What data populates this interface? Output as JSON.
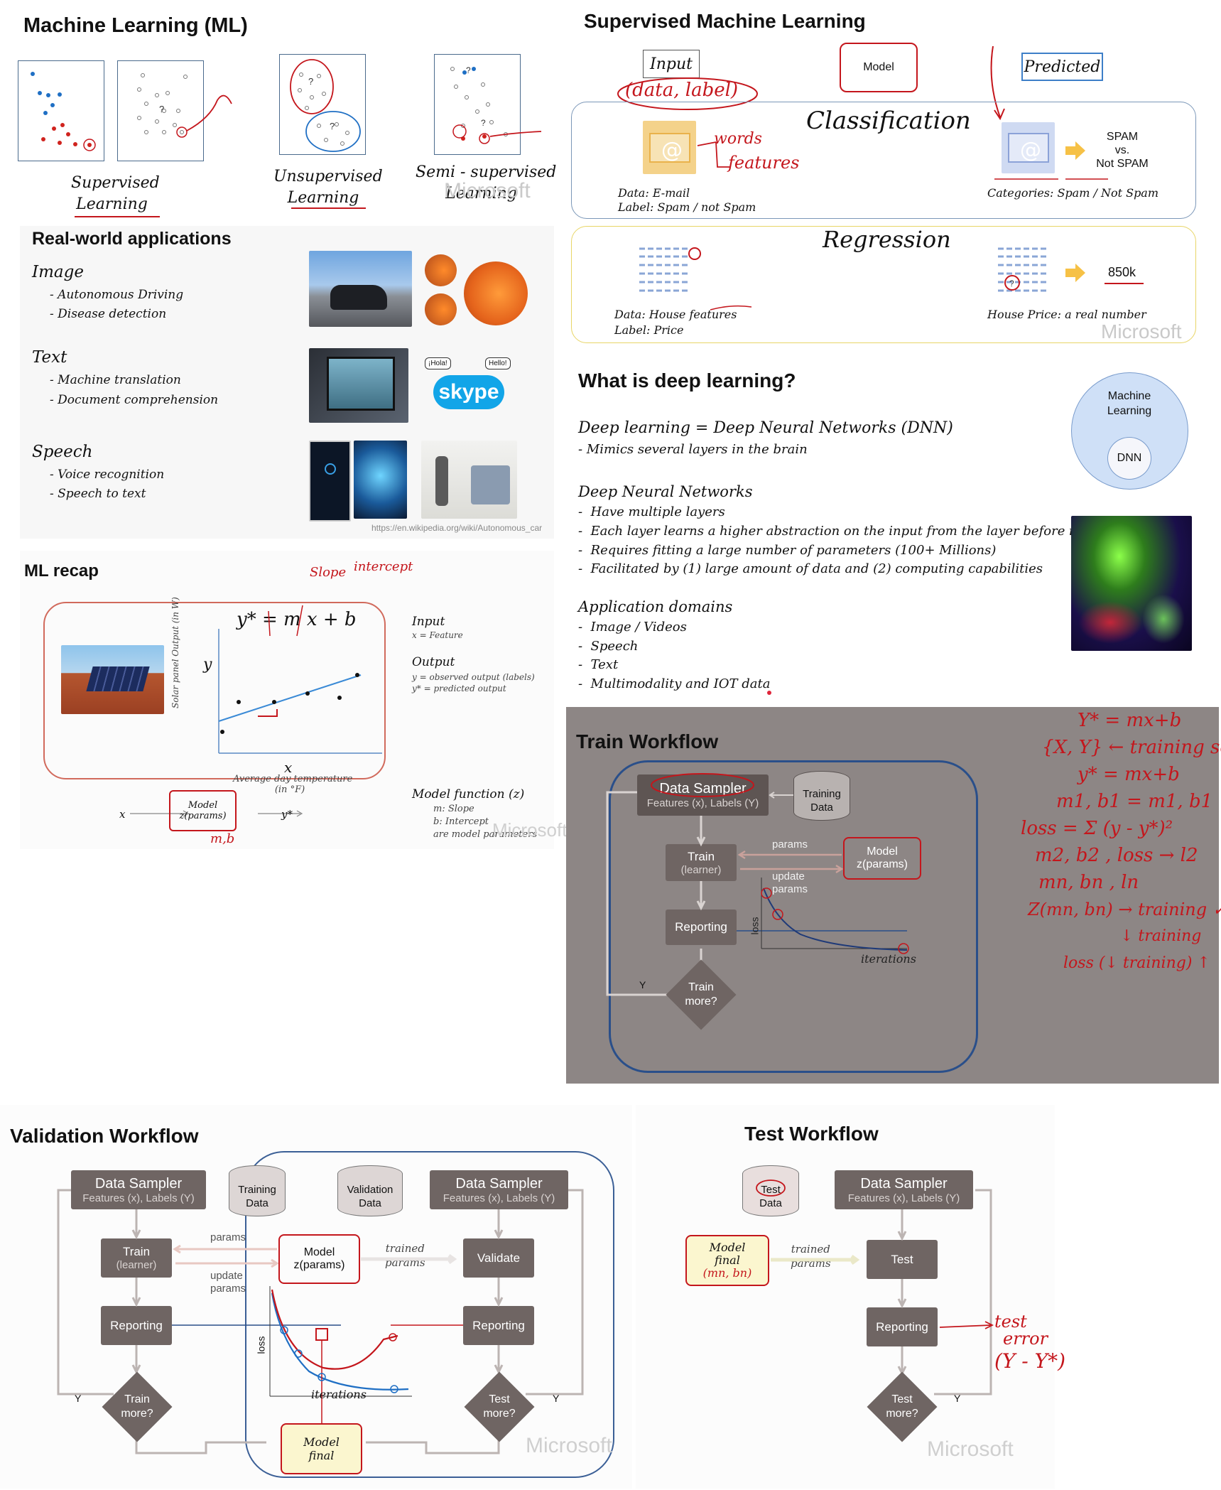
{
  "ml_intro": {
    "title": "Machine Learning (ML)",
    "supervised": [
      "Supervised",
      "Learning"
    ],
    "unsupervised": [
      "Unsupervised",
      "Learning"
    ],
    "semi": [
      "Semi - supervised",
      "Learning"
    ],
    "watermark": "Microsoft"
  },
  "supervised_ml": {
    "title": "Supervised Machine Learning",
    "input": "Input",
    "input_note": "(data, label)",
    "model": "Model",
    "predicted": "Predicted",
    "classification": "Classification",
    "words_note": "words",
    "features_note": "features",
    "class_data": "Data: E-mail",
    "class_label": "Label: Spam / not Spam",
    "spam_result": [
      "SPAM",
      "vs.",
      "Not SPAM"
    ],
    "categories": "Categories: Spam / Not Spam",
    "regression": "Regression",
    "reg_data": "Data: House features",
    "reg_label": "Label: Price",
    "reg_value": "850k",
    "house_price": "House Price: a real number",
    "watermark": "Microsoft"
  },
  "applications": {
    "title": "Real-world applications",
    "image": "Image",
    "image_items": [
      "Autonomous Driving",
      "Disease detection"
    ],
    "text": "Text",
    "text_items": [
      "Machine translation",
      "Document comprehension"
    ],
    "speech": "Speech",
    "speech_items": [
      "Voice recognition",
      "Speech to text"
    ],
    "skype": "skype",
    "hola": "¡Hola!",
    "hello": "Hello!",
    "source": "https://en.wikipedia.org/wiki/Autonomous_car"
  },
  "deep": {
    "title": "What is deep learning?",
    "line1": "Deep learning = Deep Neural Networks (DNN)",
    "line2": "- Mimics several layers in the brain",
    "dnn_head": "Deep Neural Networks",
    "dnn_items": [
      "Have multiple layers",
      "Each layer learns a higher abstraction on the input from the layer before it",
      "Requires fitting a large number of parameters (100+ Millions)",
      "Facilitated by (1) large amount of data and (2) computing capabilities"
    ],
    "app_head": "Application domains",
    "app_items": [
      "Image / Videos",
      "Speech",
      "Text",
      "Multimodality and IOT data"
    ],
    "venn_outer": [
      "Machine",
      "Learning"
    ],
    "venn_inner": "DNN"
  },
  "recap": {
    "title": "ML recap",
    "slope_note": "Slope",
    "intercept_note": "intercept",
    "equation": "y* = m x + b",
    "y_axis": "Solar panel Output (in W)",
    "y": "y",
    "x": "x",
    "x_axis": [
      "Average day temperature",
      "(in °F)"
    ],
    "input_head": "Input",
    "input_val": "x = Feature",
    "output_head": "Output",
    "output_vals": [
      "y = observed output (labels)",
      "y* = predicted output"
    ],
    "model_fn": "Model function (z)",
    "model_params": [
      "m: Slope",
      "b: Intercept",
      "are model parameters"
    ],
    "model_box": [
      "Model",
      "z(params)"
    ],
    "x_in": "x",
    "y_out": "y*",
    "mb_note": "m,b",
    "watermark": "Microsoft"
  },
  "train": {
    "title": "Train Workflow",
    "sampler": "Data Sampler",
    "sampler_sub": "Features (x), Labels (Y)",
    "training_data": [
      "Training",
      "Data"
    ],
    "train_box": [
      "Train",
      "(learner)"
    ],
    "params": "params",
    "update_params": [
      "update",
      "params"
    ],
    "model": [
      "Model",
      "z(params)"
    ],
    "reporting": "Reporting",
    "loss": "loss",
    "iterations": "iterations",
    "decision": [
      "Train",
      "more?"
    ],
    "y_label": "Y",
    "notes": [
      "Y* = mx+b",
      "{X, Y} ← training set",
      "y* = mx+b",
      "m1, b1 = m1, b1",
      "loss = Σ (y - y*)²",
      "m2, b2 , loss → l2",
      "mn, bn ,  ln",
      "Z(mn, bn) → training ✓",
      "↓ training",
      "loss (↓ training) ↑"
    ]
  },
  "validation": {
    "title": "Validation Workflow",
    "sampler_left": "Data Sampler",
    "sampler_left_sub": "Features (x), Labels (Y)",
    "training_data": [
      "Training",
      "Data"
    ],
    "validation_data": [
      "Validation",
      "Data"
    ],
    "sampler_right": "Data Sampler",
    "sampler_right_sub": "Features (x), Labels (Y)",
    "train_box": [
      "Train",
      "(learner)"
    ],
    "params": "params",
    "update_params": [
      "update",
      "params"
    ],
    "model": [
      "Model",
      "z(params)"
    ],
    "trained_params": [
      "trained",
      "params"
    ],
    "validate": "Validate",
    "reporting_left": "Reporting",
    "reporting_right": "Reporting",
    "loss": "loss",
    "iterations": "iterations",
    "decision_left": [
      "Train",
      "more?"
    ],
    "decision_right": [
      "Test",
      "more?"
    ],
    "y_left": "Y",
    "y_right": "Y",
    "model_final": [
      "Model",
      "final"
    ],
    "watermark": "Microsoft"
  },
  "test": {
    "title": "Test Workflow",
    "test_data": [
      "Test",
      "Data"
    ],
    "sampler": "Data Sampler",
    "sampler_sub": "Features (x), Labels (Y)",
    "model_final": [
      "Model",
      "final",
      "(mn, bn)"
    ],
    "trained_params": [
      "trained",
      "params"
    ],
    "test_box": "Test",
    "reporting": "Reporting",
    "test_error": [
      "test",
      "error",
      "(Y - Y*)"
    ],
    "decision": [
      "Test",
      "more?"
    ],
    "y_label": "Y",
    "watermark": "Microsoft"
  }
}
